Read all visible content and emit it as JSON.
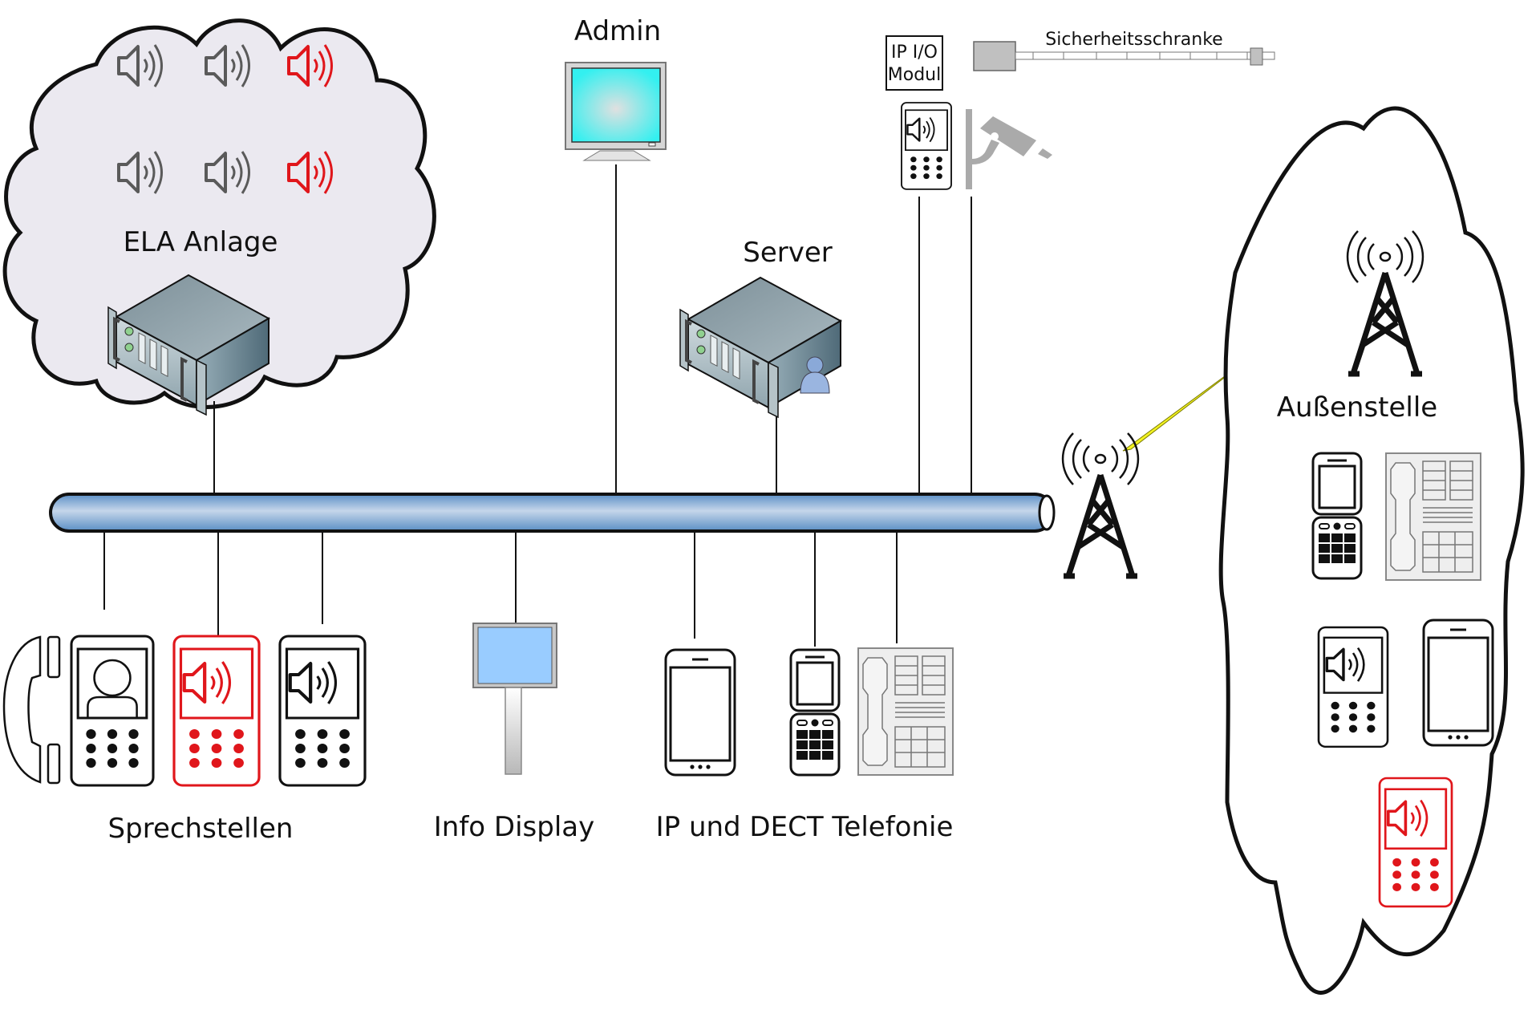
{
  "diagram": {
    "labels": {
      "ela": "ELA Anlage",
      "admin": "Admin",
      "server": "Server",
      "io_line1": "IP I/O",
      "io_line2": "Modul",
      "barrier": "Sicherheitsschranke",
      "remote": "Außenstelle",
      "stations": "Sprechstellen",
      "info_display": "Info Display",
      "telephony": "IP und DECT Telefonie"
    },
    "colors": {
      "alert": "#e0161b",
      "speaker_grey": "#5a5a5a",
      "cloud_fill": "#ebe9f0",
      "bus_blue": "#6a9ed0",
      "monitor_screen": "#4ff2f2",
      "display_screen": "#99ccff",
      "lightning": "#f2f222"
    },
    "ela_speakers": [
      {
        "color": "grey"
      },
      {
        "color": "grey"
      },
      {
        "color": "red"
      },
      {
        "color": "grey"
      },
      {
        "color": "grey"
      },
      {
        "color": "red"
      }
    ]
  }
}
